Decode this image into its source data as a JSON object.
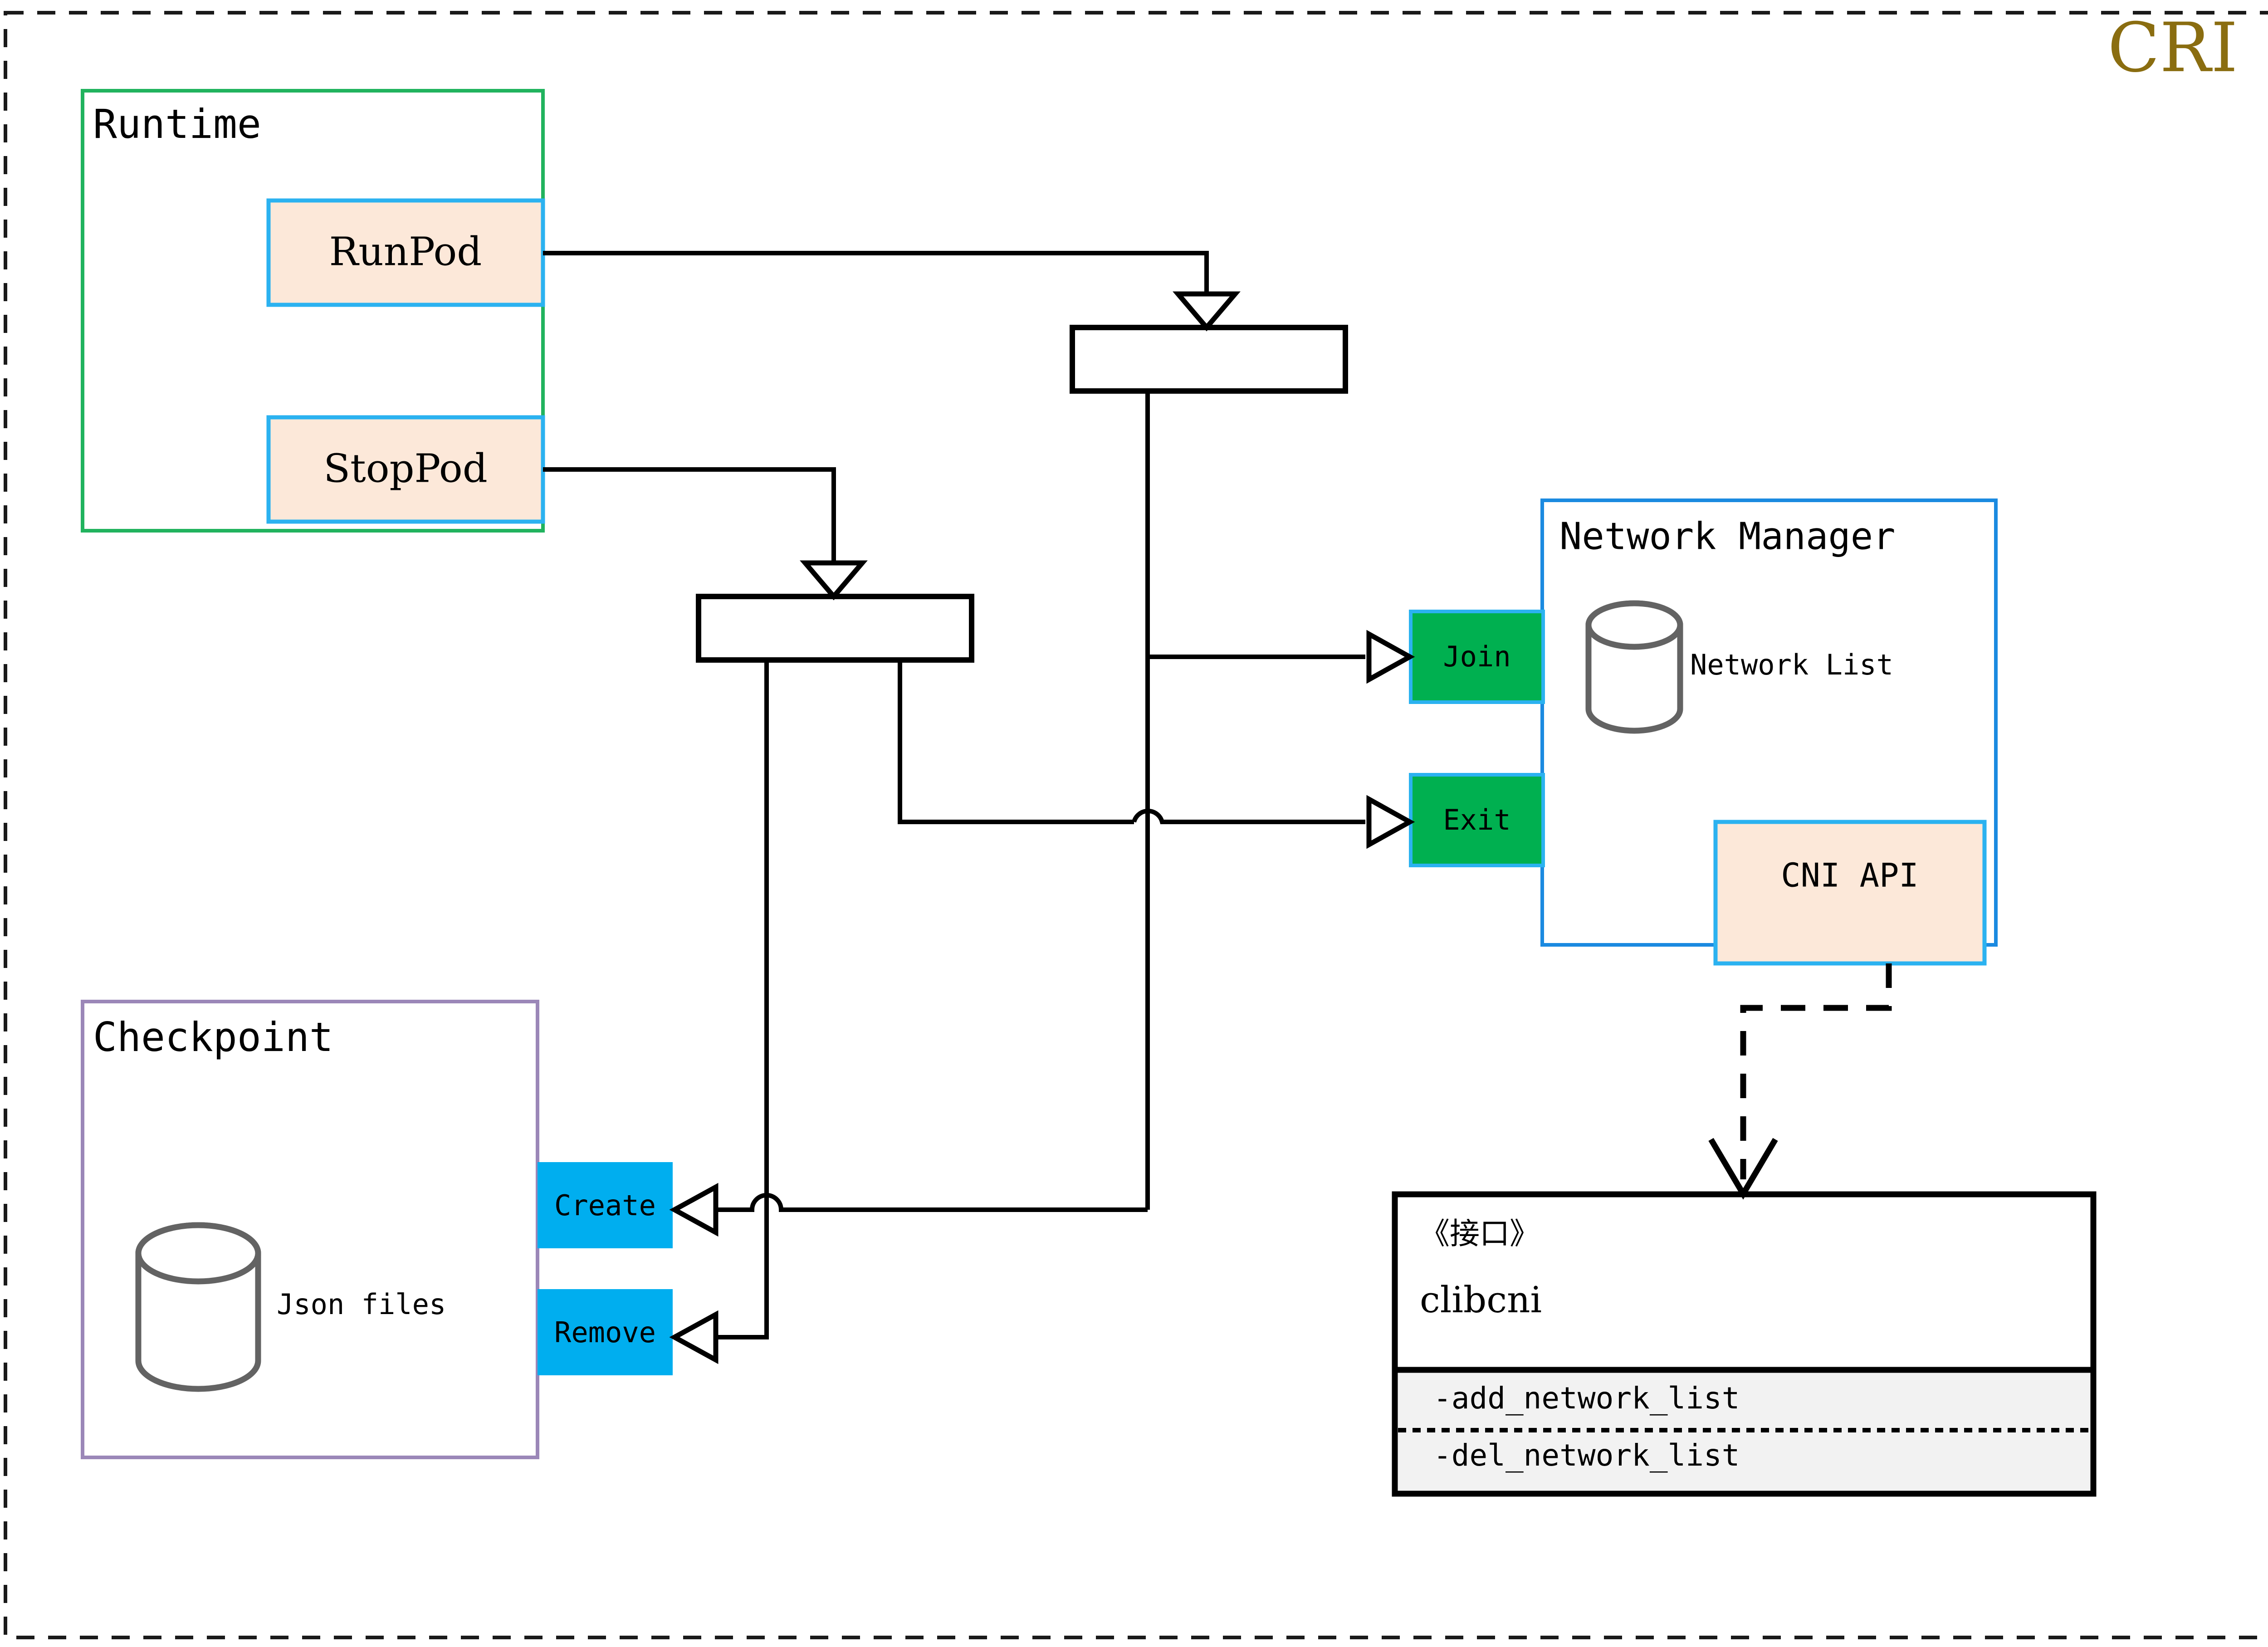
{
  "diagram": {
    "title": "CRI",
    "title_color": "#8a6d10",
    "colors": {
      "runtime_border": "#21b35e",
      "checkpoint_border": "#9b87b8",
      "network_manager_border": "#1b8ae0",
      "api_box_border": "#2bb2f0",
      "api_box_fill": "#fce8d9",
      "action_green": "#00b050",
      "action_cyan": "#00aeef",
      "store_stroke": "#636363",
      "connector": "#000000",
      "interface_header_fill": "#ffffff",
      "interface_body_fill": "#f2f2f2"
    },
    "groups": {
      "runtime": {
        "title": "Runtime",
        "operations": [
          {
            "label": "RunPod",
            "name": "runpod"
          },
          {
            "label": "StopPod",
            "name": "stoppod"
          }
        ]
      },
      "checkpoint": {
        "title": "Checkpoint",
        "store_label": "Json files",
        "operations": [
          {
            "label": "Create",
            "name": "create"
          },
          {
            "label": "Remove",
            "name": "remove"
          }
        ]
      },
      "network_manager": {
        "title": "Network Manager",
        "store_label": "Network List",
        "operations": [
          {
            "label": "Join",
            "name": "join"
          },
          {
            "label": "Exit",
            "name": "exit"
          }
        ],
        "api_box_label": "CNI API"
      }
    },
    "interface": {
      "stereotype": "《接口》",
      "name": "clibcni",
      "methods": [
        "-add_network_list",
        "-del_network_list"
      ]
    },
    "icons": {
      "database_cylinder": "database-cylinder-icon",
      "fork_bar": "fork-join-bar-icon",
      "hollow_arrowhead": "hollow-triangle-arrowhead-icon",
      "open_arrowhead": "open-v-arrowhead-icon",
      "line_hop": "line-hop-icon"
    }
  }
}
